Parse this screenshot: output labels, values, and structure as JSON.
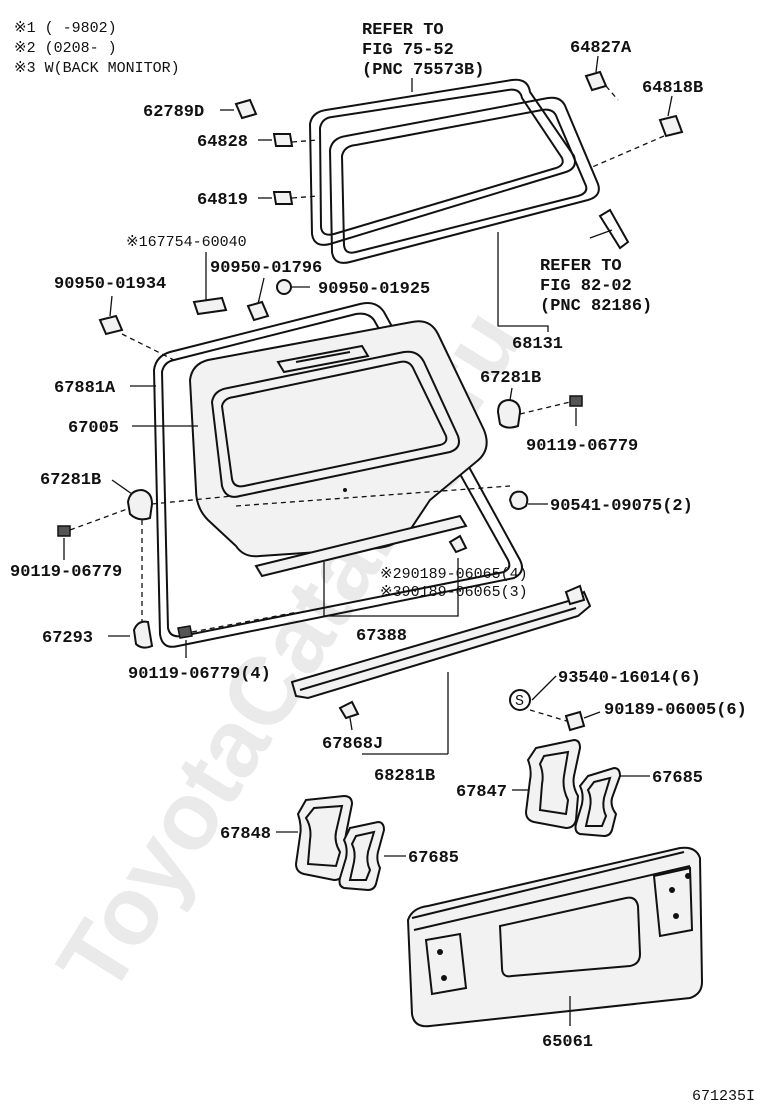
{
  "notes": [
    "※1 (     -9802)",
    "※2 (0208-     )",
    "※3 W(BACK MONITOR)"
  ],
  "refer_1": {
    "line1": "REFER TO",
    "line2": "FIG 75-52",
    "line3": "(PNC 75573B)"
  },
  "refer_2": {
    "line1": "REFER TO",
    "line2": "FIG 82-02",
    "line3": "(PNC 82186)"
  },
  "labels": {
    "p64827a": "64827A",
    "p64818b": "64818B",
    "p62789d": "62789D",
    "p64828": "64828",
    "p64819": "64819",
    "p67754": "※167754-60040",
    "p90950_01796": "90950-01796",
    "p90950_01934": "90950-01934",
    "p90950_01925": "90950-01925",
    "p68131": "68131",
    "p67881a": "67881A",
    "p67005": "67005",
    "p67281b_r": "67281B",
    "p90119_06779_r": "90119-06779",
    "p67281b_l": "67281B",
    "p90541": "90541-09075(2)",
    "p90119_06779_l": "90119-06779",
    "p90189_06065_4": "※290189-06065(4)",
    "p90189_06065_3": "※390189-06065(3)",
    "p67293": "67293",
    "p67388": "67388",
    "p90119_06779_4": "90119-06779(4)",
    "p93540": "93540-16014(6)",
    "p90189_06005": "90189-06005(6)",
    "p67868j": "67868J",
    "p68281b": "68281B",
    "p67847": "67847",
    "p67685_r": "67685",
    "p67848": "67848",
    "p67685_l": "67685",
    "p65061": "65061"
  },
  "s_marker": "S",
  "figure_code": "671235I",
  "watermark": "ToyotaCatalog.ru"
}
